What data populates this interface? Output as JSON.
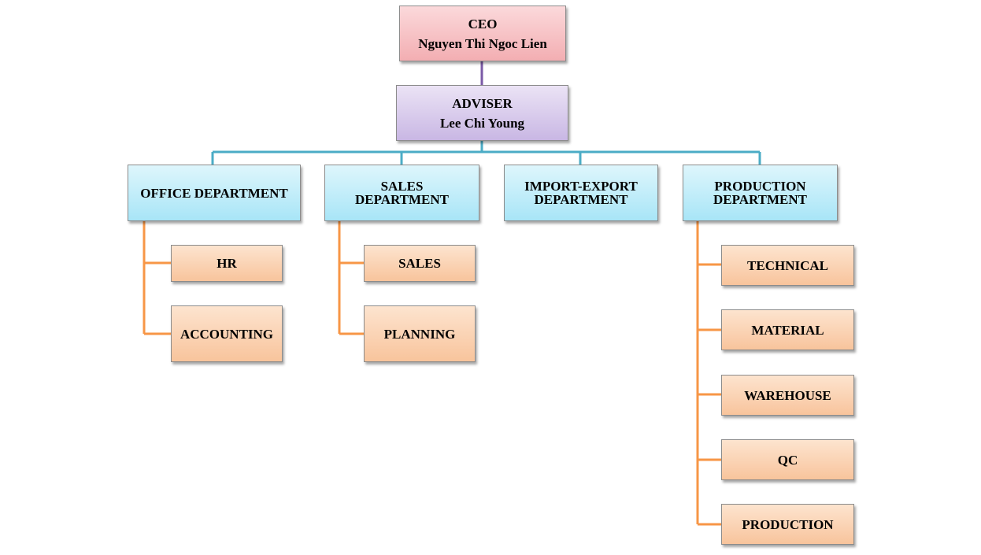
{
  "ceo": {
    "title": "CEO",
    "name": "Nguyen Thi Ngoc Lien"
  },
  "adviser": {
    "title": "ADVISER",
    "name": "Lee Chi Young"
  },
  "departments": [
    {
      "line1": "OFFICE DEPARTMENT",
      "line2": "",
      "units": [
        "HR",
        "ACCOUNTING"
      ]
    },
    {
      "line1": "SALES",
      "line2": "DEPARTMENT",
      "units": [
        "SALES",
        "PLANNING"
      ]
    },
    {
      "line1": "IMPORT-EXPORT",
      "line2": "DEPARTMENT",
      "units": []
    },
    {
      "line1": "PRODUCTION",
      "line2": "DEPARTMENT",
      "units": [
        "TECHNICAL",
        "MATERIAL",
        "WAREHOUSE",
        "QC",
        "PRODUCTION"
      ]
    }
  ],
  "colors": {
    "ceo_connector": "#7b5aa6",
    "department_connector": "#4bacc6",
    "unit_connector": "#f79646"
  }
}
